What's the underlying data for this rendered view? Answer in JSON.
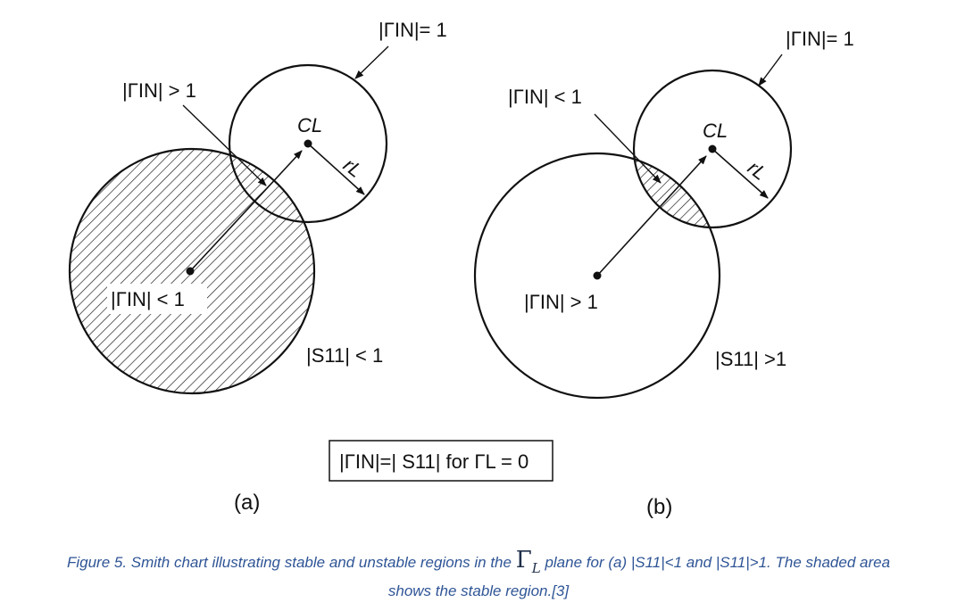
{
  "panel_a": {
    "label_gamma_in_eq_1": "|ΓIN|= 1",
    "label_gamma_in_gt_1": "|ΓIN| > 1",
    "label_gamma_in_lt_1": "|ΓIN| < 1",
    "label_s11": "|S11| < 1",
    "label_cl": "CL",
    "label_rl": "rL",
    "tag": "(a)"
  },
  "panel_b": {
    "label_gamma_in_eq_1": "|ΓIN|= 1",
    "label_gamma_in_lt_1": "|ΓIN| < 1",
    "label_gamma_in_gt_1": "|ΓIN| > 1",
    "label_s11": "|S11| >1",
    "label_cl": "CL",
    "label_rl": "rL",
    "tag": "(b)"
  },
  "center_box": "|ΓIN|=| S11| for ΓL = 0",
  "caption": {
    "prefix": "Figure 5. Smith chart illustrating stable and unstable regions in the",
    "gamma": "Γ",
    "gamma_sub": "L",
    "suffix": "plane for (a) |S11|<1 and |S11|>1. The shaded area",
    "line2": "shows the stable region.[3]"
  }
}
